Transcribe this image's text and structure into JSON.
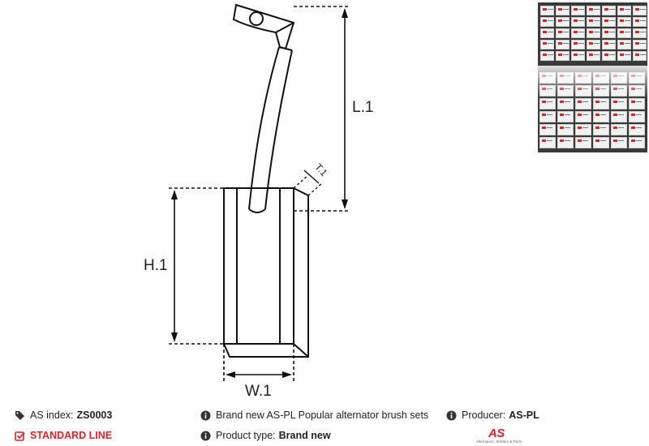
{
  "drawing": {
    "length_label": "L.1",
    "height_label": "H.1",
    "width_label": "W.1",
    "thickness_label": "T.1"
  },
  "info": {
    "as_index_label": "AS index:",
    "as_index_value": "ZS0003",
    "standard_line": "STANDARD LINE",
    "description": "Brand new AS-PL Popular alternator brush sets",
    "product_type_label": "Product type:",
    "product_type_value": "Brand new",
    "producer_label": "Producer:",
    "producer_value": "AS-PL"
  },
  "logo": {
    "mark": "AS",
    "tagline": "Alternators, Starters & Parts"
  },
  "colors": {
    "accent_red": "#d8232a",
    "text": "#222222",
    "line": "#111111"
  },
  "icons": {
    "as_index": "tags-icon",
    "standard_line": "checkbox-icon",
    "description": "info-icon",
    "product_type": "info-icon",
    "producer": "info-icon"
  }
}
